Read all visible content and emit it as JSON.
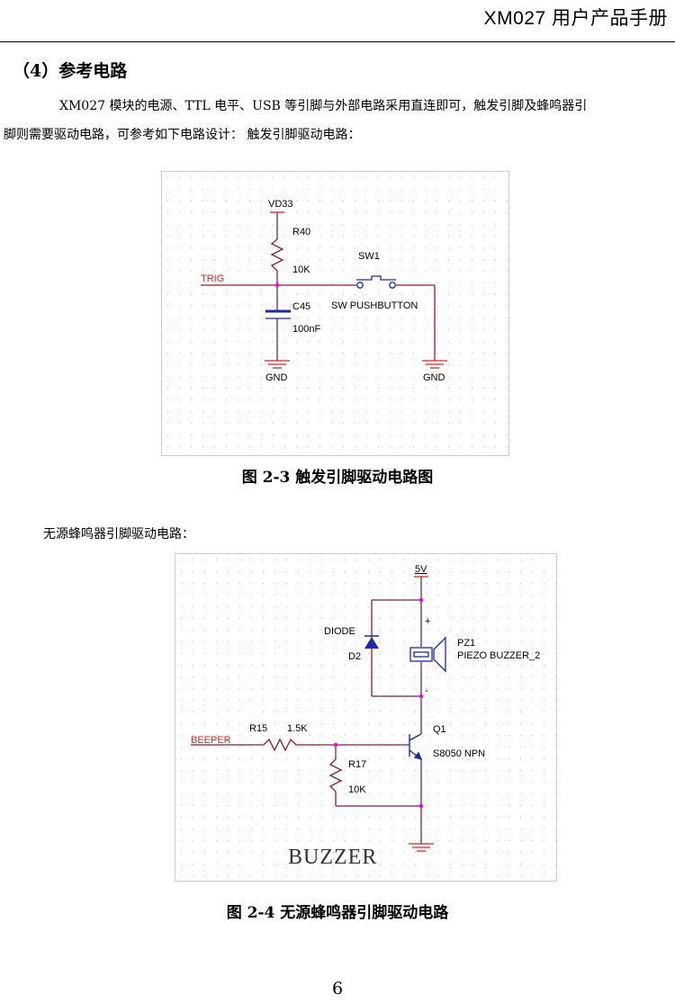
{
  "header": {
    "title": "XM027 用户产品手册"
  },
  "section": {
    "title": "（4）参考电路"
  },
  "body": {
    "para1_line1": "XM027 模块的电源、TTL 电平、USB 等引脚与外部电路采用直连即可，触发引脚及蜂鸣器引",
    "para1_line2": "脚则需要驱动电路，可参考如下电路设计：  触发引脚驱动电路：",
    "para2": "无源蜂鸣器引脚驱动电路："
  },
  "figure1": {
    "caption": "图 2-3 触发引脚驱动电路图",
    "labels": {
      "power": "VD33",
      "r_ref": "R40",
      "r_val": "10K",
      "net": "TRIG",
      "c_ref": "C45",
      "c_val": "100nF",
      "sw_ref": "SW1",
      "sw_val": "SW PUSHBUTTON",
      "gnd1": "GND",
      "gnd2": "GND"
    }
  },
  "figure2": {
    "caption": "图 2-4 无源蜂鸣器引脚驱动电路",
    "labels": {
      "power": "5V",
      "diode_val": "DIODE",
      "diode_ref": "D2",
      "plus": "+",
      "minus": "-",
      "pz_ref": "PZ1",
      "pz_val": "PIEZO BUZZER_2",
      "q_ref": "Q1",
      "q_val": "S8050 NPN",
      "net": "BEEPER",
      "r15_ref": "R15",
      "r15_val": "1.5K",
      "r17_ref": "R17",
      "r17_val": "10K",
      "title": "BUZZER"
    }
  },
  "footer": {
    "page_number": "6"
  }
}
